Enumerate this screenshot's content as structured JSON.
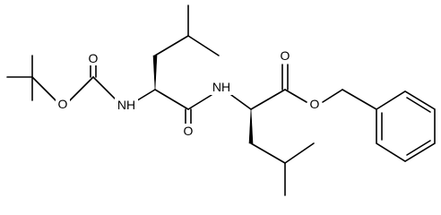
{
  "colors": {
    "background": "#ffffff",
    "ink": "#000000"
  },
  "labels": {
    "o_boc_carbonyl": "O",
    "o_boc_ether": "O",
    "nh_boc": "NH",
    "nh_amide": "NH",
    "o_amide": "O",
    "o_ester_carbonyl": "O",
    "o_ester_ether": "O"
  }
}
